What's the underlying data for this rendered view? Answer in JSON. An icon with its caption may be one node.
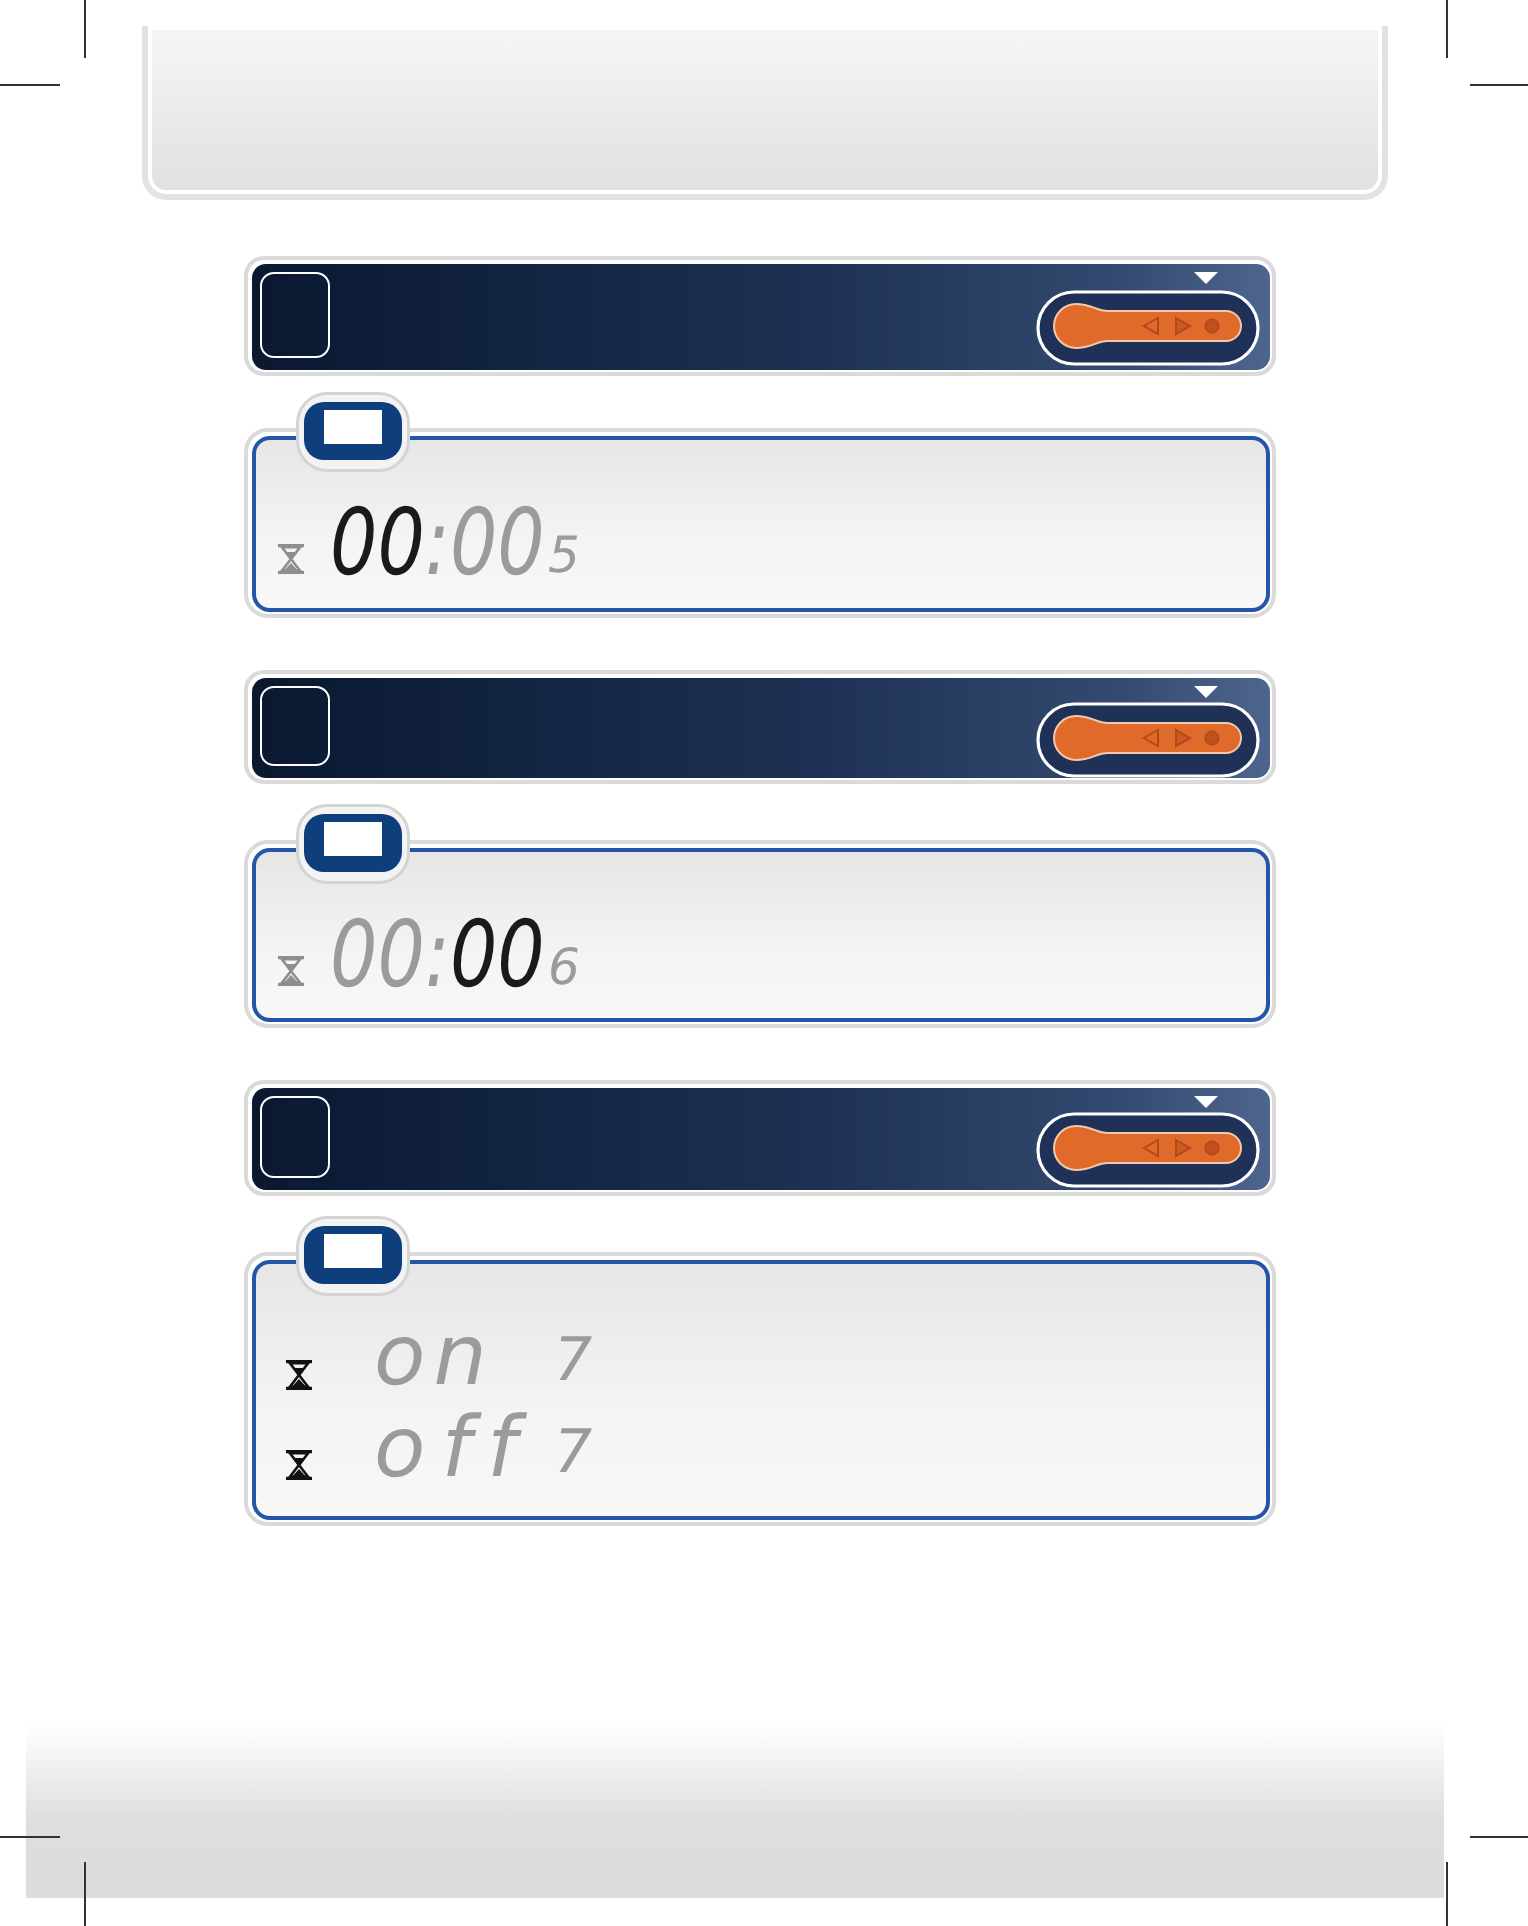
{
  "diagram": {
    "nodes": [
      {
        "text": [],
        "shape": "bar"
      },
      {
        "text": [
          "**00**:00",
          "5"
        ]
      },
      {
        "text": [],
        "shape": "bar"
      },
      {
        "text": [
          "00:**00**",
          "6"
        ]
      },
      {
        "text": [],
        "shape": "bar"
      },
      {
        "text": [
          "on",
          "7",
          "off",
          "7"
        ]
      }
    ]
  }
}
